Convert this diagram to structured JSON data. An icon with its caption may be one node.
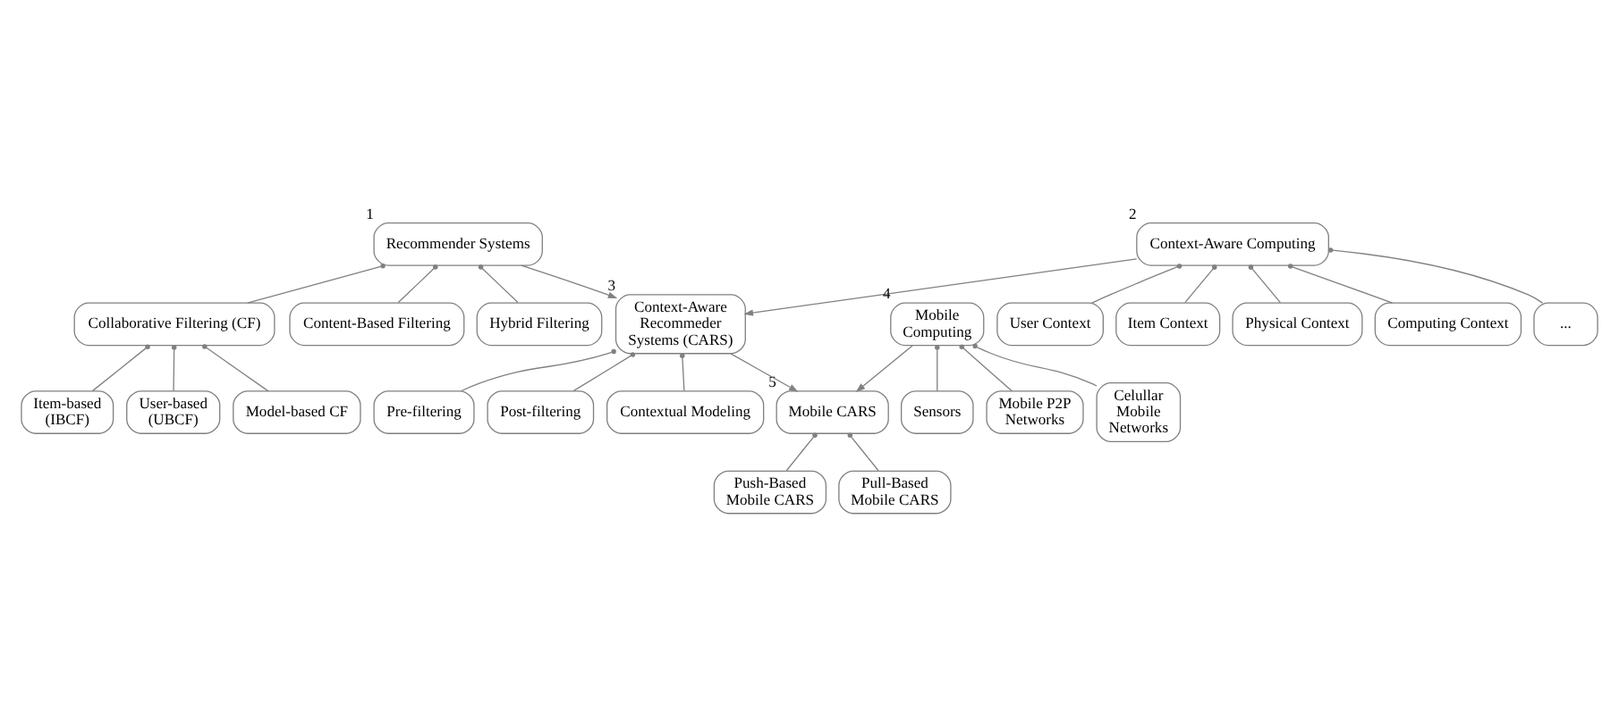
{
  "diagram": {
    "nodes": [
      {
        "text": [
          "Recommender Systems"
        ],
        "beside": [
          "1"
        ]
      },
      {
        "text": [
          "Collaborative Filtering (CF)"
        ]
      },
      {
        "text": [
          "Item-based (IBCF)"
        ]
      },
      {
        "text": [
          "User-based (UBCF)"
        ]
      },
      {
        "text": [
          "Model-based CF"
        ]
      },
      {
        "text": [
          "Content-Based Filtering"
        ]
      },
      {
        "text": [
          "Hybrid Filtering"
        ]
      },
      {
        "text": [
          "Context-Aware Computing"
        ],
        "beside": [
          "2"
        ]
      },
      {
        "text": [
          "User Context"
        ]
      },
      {
        "text": [
          "Item Context"
        ]
      },
      {
        "text": [
          "Physical Context"
        ]
      },
      {
        "text": [
          "Computing Context"
        ]
      },
      {
        "text": [
          "..."
        ]
      },
      {
        "text": [
          "Context-Aware Recommeder Systems (CARS)"
        ],
        "beside": [
          "3"
        ]
      },
      {
        "text": [
          "Pre-filtering"
        ]
      },
      {
        "text": [
          "Post-filtering"
        ]
      },
      {
        "text": [
          "Contextual Modeling"
        ]
      },
      {
        "text": [
          "Mobile Computing"
        ],
        "beside": [
          "4"
        ]
      },
      {
        "text": [
          "Sensors"
        ]
      },
      {
        "text": [
          "Mobile P2P Networks"
        ]
      },
      {
        "text": [
          "Celullar Mobile Networks"
        ]
      },
      {
        "text": [
          "Mobile CARS"
        ],
        "beside": [
          "5"
        ]
      },
      {
        "text": [
          "Push-Based Mobile CARS"
        ]
      },
      {
        "text": [
          "Pull-Based Mobile CARS"
        ]
      }
    ],
    "edges": [
      {
        "from": 0,
        "to": 1,
        "arrow": "other"
      },
      {
        "from": 1,
        "to": 2,
        "arrow": "other"
      },
      {
        "from": 1,
        "to": 3,
        "arrow": "other"
      },
      {
        "from": 1,
        "to": 4,
        "arrow": "other"
      },
      {
        "from": 0,
        "to": 5,
        "arrow": "other"
      },
      {
        "from": 0,
        "to": 6,
        "arrow": "other"
      },
      {
        "from": 7,
        "to": 8,
        "arrow": "other"
      },
      {
        "from": 7,
        "to": 9,
        "arrow": "other"
      },
      {
        "from": 7,
        "to": 10,
        "arrow": "other"
      },
      {
        "from": 7,
        "to": 11,
        "arrow": "other"
      },
      {
        "from": 7,
        "to": 12,
        "arrow": "other"
      },
      {
        "from": 7,
        "to": 13,
        "arrow": "to"
      },
      {
        "from": 0,
        "to": 13,
        "arrow": "to"
      },
      {
        "from": 13,
        "to": 14,
        "arrow": "other"
      },
      {
        "from": 13,
        "to": 15,
        "arrow": "other"
      },
      {
        "from": 13,
        "to": 16,
        "arrow": "other"
      },
      {
        "from": 17,
        "to": 18,
        "arrow": "other"
      },
      {
        "from": 17,
        "to": 19,
        "arrow": "other"
      },
      {
        "from": 17,
        "to": 20,
        "arrow": "other"
      },
      {
        "from": 17,
        "to": 21,
        "arrow": "to"
      },
      {
        "from": 13,
        "to": 21,
        "arrow": "to"
      },
      {
        "from": 21,
        "to": 22,
        "arrow": "other"
      },
      {
        "from": 21,
        "to": 23,
        "arrow": "other"
      }
    ]
  }
}
